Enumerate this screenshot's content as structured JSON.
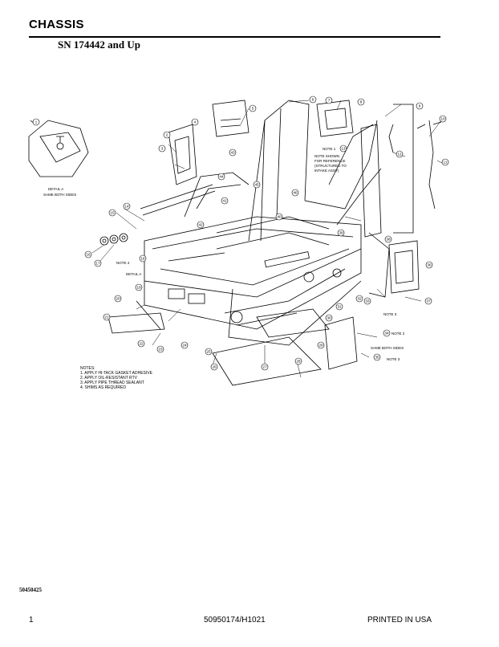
{
  "header": {
    "title": "CHASSIS",
    "subtitle": "SN 174442 and Up"
  },
  "diagram": {
    "detail_label": "DETAIL A",
    "detail_note": "SAME BOTH SIDES",
    "note_ref_1": "NOTE 1",
    "note_ref_4": "NOTE 4",
    "note_ref_3a": "NOTE 3",
    "note_ref_3b": "NOTE 3",
    "note_ref_2": "NOTE 2",
    "same_both_sides": "SAME BOTH SIDES",
    "detail_a_pointer": "DETAIL A",
    "ref_note_1": "NOTE SHOWN",
    "ref_note_2": "FOR REFERENCE",
    "ref_note_3": "(STRUCTURED TO",
    "ref_note_4": "INTAKE ASSY)",
    "callouts": [
      "1",
      "2",
      "3",
      "4",
      "5",
      "6",
      "7",
      "8",
      "9",
      "10",
      "11",
      "12",
      "13",
      "14",
      "15",
      "16",
      "17",
      "18",
      "19",
      "20",
      "21",
      "22",
      "23",
      "24",
      "25",
      "26",
      "27",
      "28",
      "29",
      "30",
      "31",
      "32",
      "33",
      "34",
      "35",
      "36",
      "37",
      "38",
      "39",
      "40",
      "41",
      "42",
      "43",
      "44",
      "45",
      "46"
    ]
  },
  "notes": {
    "heading": "NOTES:",
    "lines": [
      "1. APPLY HI-TACK GASKET ADHESIVE",
      "2. APPLY OIL-RESISTANT RTV",
      "3. APPLY PIPE THREAD SEALANT",
      "4. SHIMS AS REQUIRED"
    ]
  },
  "doc_number": "50450425",
  "footer": {
    "page": "1",
    "part_number": "50950174/H1021",
    "printed": "PRINTED IN USA"
  }
}
